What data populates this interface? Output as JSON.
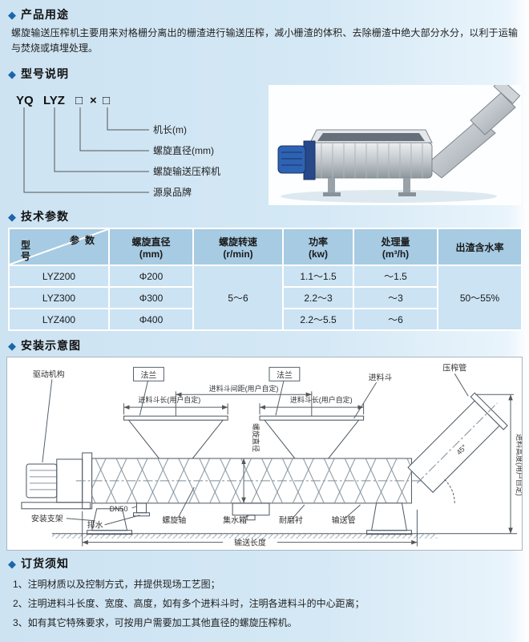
{
  "ui": {
    "diamond": "◆",
    "accent": "#1b66ab"
  },
  "sections": {
    "usage": {
      "title": "产品用途",
      "body": "螺旋输送压榨机主要用来对格栅分离出的栅渣进行输送压榨，减小栅渣的体积、去除栅渣中绝大部分水分，以利于运输与焚烧或填埋处理。"
    },
    "model": {
      "title": "型号说明",
      "code": {
        "brand": "YQ",
        "series": "LYZ",
        "box1": "□",
        "times": "×",
        "box2": "□"
      },
      "labels": {
        "length": "机长(m)",
        "diameter": "螺旋直径(mm)",
        "machine": "螺旋输送压榨机",
        "brand": "源泉品牌"
      }
    },
    "specs": {
      "title": "技术参数",
      "table": {
        "corner_top": "参数",
        "corner_bottom": "型\n号",
        "col_diameter": "螺旋直径\n(mm)",
        "col_speed": "螺旋转速\n(r/min)",
        "col_power": "功率\n(kw)",
        "col_capacity": "处理量\n(m³/h)",
        "col_moisture": "出渣含水率",
        "rows": [
          {
            "model": "LYZ200",
            "diameter": "Φ200",
            "power": "1.1～1.5",
            "capacity": "～1.5"
          },
          {
            "model": "LYZ300",
            "diameter": "Φ300",
            "power": "2.2～3",
            "capacity": "～3"
          },
          {
            "model": "LYZ400",
            "diameter": "Φ400",
            "power": "2.2～5.5",
            "capacity": "～6"
          }
        ],
        "speed": "5～6",
        "moisture": "50～55%"
      }
    },
    "install": {
      "title": "安装示意图",
      "labels": {
        "drive": "驱动机构",
        "flange": "法兰",
        "hopper_spacing": "进料斗间距(用户自定)",
        "hopper_length": "进料斗长(用户自定)",
        "hopper": "进料斗",
        "press_pipe": "压榨管",
        "screw_diameter": "螺旋直径",
        "mount_bracket": "安装支架",
        "drain": "排水",
        "dn50": "DN50",
        "screw_shaft": "螺旋轴",
        "water_tank": "集水箱",
        "wear_liner": "耐磨衬",
        "convey_pipe": "输送管",
        "convey_length": "输送长度",
        "feed_height": "进料高度(用户自定)",
        "angle": "45°"
      }
    },
    "order": {
      "title": "订货须知",
      "items": [
        "1、注明材质以及控制方式，并提供现场工艺图；",
        "2、注明进料斗长度、宽度、高度，如有多个进料斗时，注明各进料斗的中心距离；",
        "3、如有其它特殊要求，可按用户需要加工其他直径的螺旋压榨机。"
      ]
    }
  }
}
